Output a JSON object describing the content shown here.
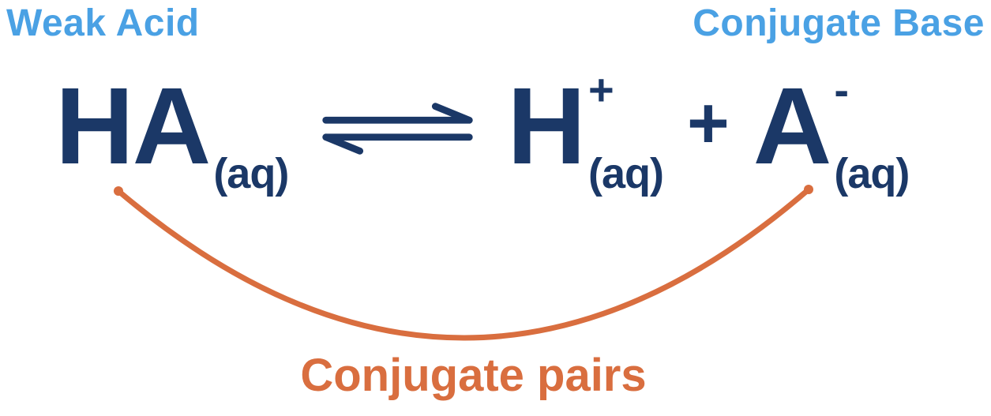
{
  "headings": {
    "weak_acid": "Weak Acid",
    "conjugate_base": "Conjugate Base"
  },
  "equation": {
    "reactant": {
      "formula": "HA",
      "state": "(aq)"
    },
    "equilibrium_arrow": "reversible-reaction-arrows",
    "product_h": {
      "formula": "H",
      "charge": "+",
      "state": "(aq)"
    },
    "plus_sign": "+",
    "product_a": {
      "formula": "A",
      "charge": "-",
      "state": "(aq)"
    }
  },
  "annotation": {
    "conjugate_pairs": "Conjugate pairs"
  },
  "colors": {
    "heading_blue": "#4aa1e4",
    "equation_navy": "#1b3867",
    "accent_orange": "#d96e3f"
  }
}
